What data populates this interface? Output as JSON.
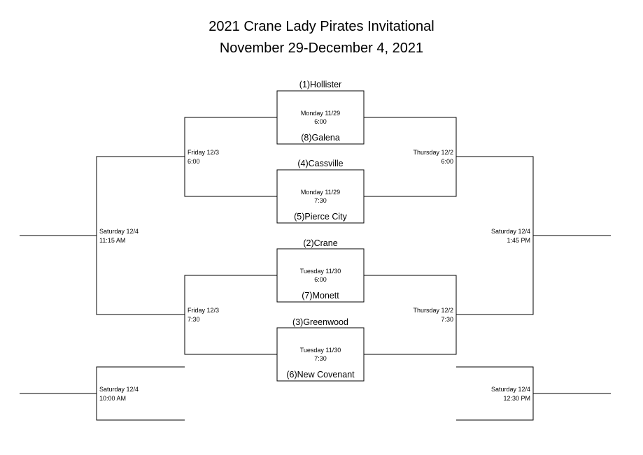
{
  "title": "2021 Crane Lady Pirates Invitational",
  "subtitle": "November 29-December 4, 2021",
  "first_round": [
    {
      "top_team": "(1)Hollister",
      "bottom_team": "(8)Galena",
      "day": "Monday 11/29",
      "time": "6:00"
    },
    {
      "top_team": "(4)Cassville",
      "bottom_team": "(5)Pierce City",
      "day": "Monday 11/29",
      "time": "7:30"
    },
    {
      "top_team": "(2)Crane",
      "bottom_team": "(7)Monett",
      "day": "Tuesday 11/30",
      "time": "6:00"
    },
    {
      "top_team": "(3)Greenwood",
      "bottom_team": "(6)New Covenant",
      "day": "Tuesday 11/30",
      "time": "7:30"
    }
  ],
  "winners_semis": [
    {
      "day": "Friday 12/3",
      "time": "6:00"
    },
    {
      "day": "Friday 12/3",
      "time": "7:30"
    }
  ],
  "consolation_semis": [
    {
      "day": "Thursday 12/2",
      "time": "6:00"
    },
    {
      "day": "Thursday 12/2",
      "time": "7:30"
    }
  ],
  "championship": {
    "day": "Saturday 12/4",
    "time": "11:15 AM"
  },
  "consolation_final": {
    "day": "Saturday 12/4",
    "time": "1:45 PM"
  },
  "third_place": {
    "day": "Saturday 12/4",
    "time": "10:00 AM"
  },
  "seventh_place": {
    "day": "Saturday 12/4",
    "time": "12:30 PM"
  },
  "line_color": "#000000"
}
